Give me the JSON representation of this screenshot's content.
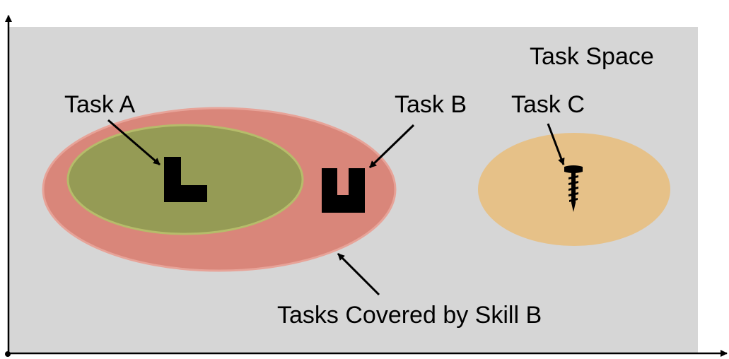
{
  "labels": {
    "task_space": "Task Space",
    "task_a": "Task A",
    "task_b": "Task B",
    "task_c": "Task C",
    "skill_b_region": "Tasks Covered by Skill B"
  },
  "colors": {
    "task_space_bg": "#d6d6d6",
    "skill_b_region_fill": "#d9867a",
    "skill_b_region_stroke": "#e7a398",
    "skill_a_region_fill": "#959b55",
    "skill_a_region_stroke": "#b6bc6a",
    "task_c_region_fill": "#e6c188",
    "shape": "#000000"
  },
  "icons": {
    "task_a": "l-block-icon",
    "task_b": "u-block-icon",
    "task_c": "screw-icon"
  }
}
